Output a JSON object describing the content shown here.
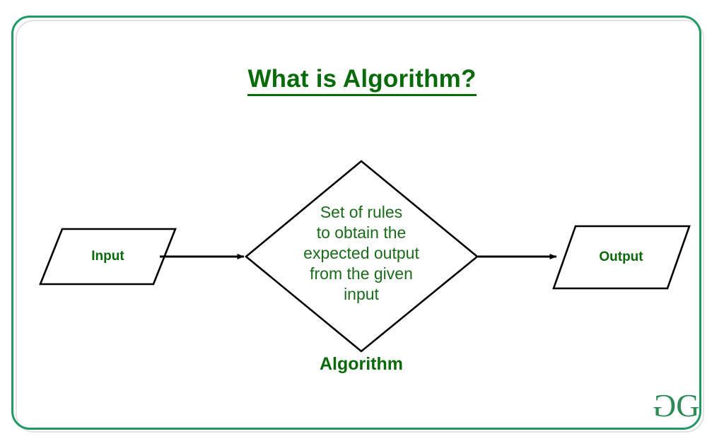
{
  "page": {
    "title": "What is Algorithm?",
    "background_color": "#ffffff",
    "accent_color": "#096a09",
    "frame_color": "#1f9a63",
    "frame_shadow_color": "#e2e2e2",
    "shape_stroke_color": "#000000"
  },
  "diagram": {
    "type": "flowchart",
    "nodes": [
      {
        "id": "input",
        "label": "Input",
        "shape": "parallelogram",
        "text_color": "#096a09"
      },
      {
        "id": "algorithm",
        "label": "Set of rules to obtain the expected output from the given input",
        "lines": [
          "Set of rules",
          "to obtain the",
          "expected output",
          "from the given",
          "input"
        ],
        "caption": "Algorithm",
        "shape": "diamond",
        "text_color": "#1a6b1a"
      },
      {
        "id": "output",
        "label": "Output",
        "shape": "parallelogram",
        "text_color": "#096a09"
      }
    ],
    "edges": [
      {
        "from": "input",
        "to": "algorithm",
        "style": "arrow"
      },
      {
        "from": "algorithm",
        "to": "output",
        "style": "arrow"
      }
    ]
  },
  "logo": {
    "name": "geeksforgeeks-logo",
    "first_glyph": "G",
    "second_glyph": "G",
    "color": "#2e8b57"
  }
}
